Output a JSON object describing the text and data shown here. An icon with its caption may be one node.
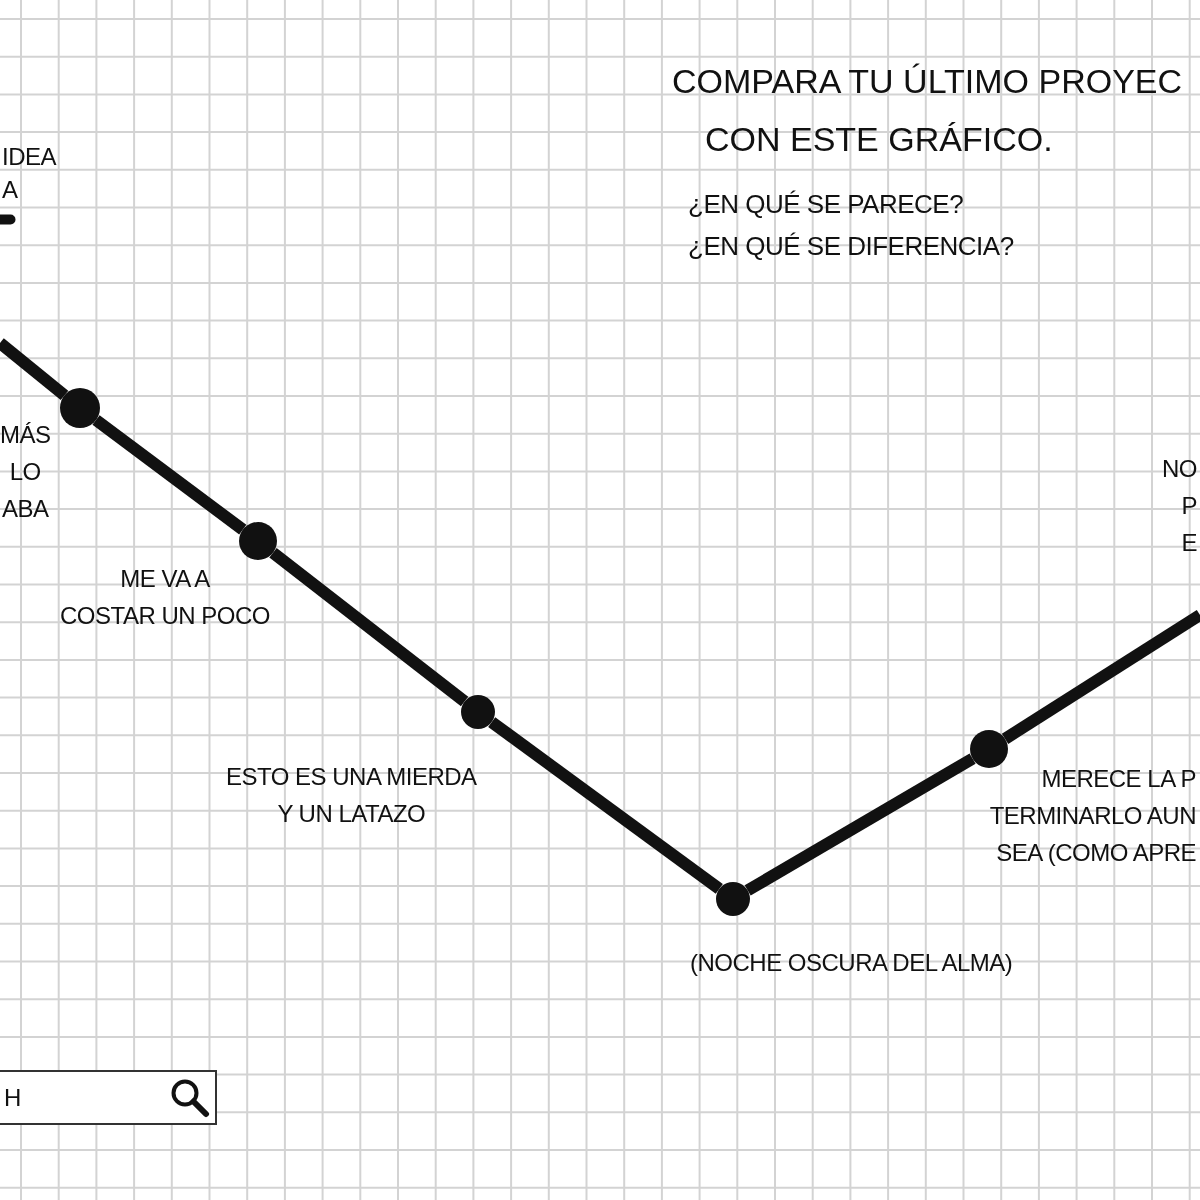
{
  "diagram": {
    "title": "COMPARA TU ÚLTIMO PROYEC CON ESTE GRÁFICO.",
    "nodes": [
      {
        "text": [],
        "shape": "circle",
        "beside": [
          "MÁS LO ABA"
        ]
      },
      {
        "text": [],
        "shape": "circle",
        "beside": [
          "ME VA A COSTAR UN POCO"
        ]
      },
      {
        "text": [],
        "shape": "circle",
        "beside": [
          "ESTO ES UNA MIERDA Y UN LATAZO"
        ]
      },
      {
        "text": [],
        "shape": "circle",
        "beside": [
          "(NOCHE OSCURA DEL ALMA)"
        ]
      },
      {
        "text": [],
        "shape": "circle",
        "beside": [
          "MERECE LA P TERMINARLO AUN SEA (COMO APRE"
        ]
      }
    ],
    "edges": [
      {
        "from": null,
        "to": 0,
        "arrow": "none"
      },
      {
        "from": 0,
        "to": 1,
        "arrow": "none"
      },
      {
        "from": 1,
        "to": 2,
        "arrow": "none"
      },
      {
        "from": 2,
        "to": 3,
        "arrow": "none"
      },
      {
        "from": 3,
        "to": 4,
        "arrow": "none"
      },
      {
        "from": 4,
        "to": null,
        "arrow": "none"
      }
    ],
    "labels": [
      "IDEA A",
      "¿EN QUÉ SE PARECE?",
      "¿EN QUÉ SE DIFERENCIA?",
      "NO P E",
      "H"
    ]
  }
}
